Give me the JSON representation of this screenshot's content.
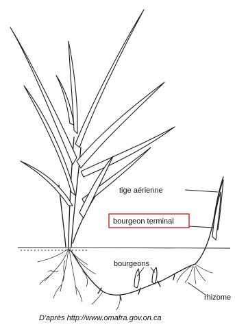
{
  "diagram": {
    "labels": {
      "aerial_stem": "tige aérienne",
      "terminal_bud": "bourgeon terminal",
      "buds": "bourgeons",
      "rhizome": "rhizome"
    },
    "highlight_color": "#cc2222",
    "credit": "D'après http://www.omafra.gov.on.ca"
  }
}
